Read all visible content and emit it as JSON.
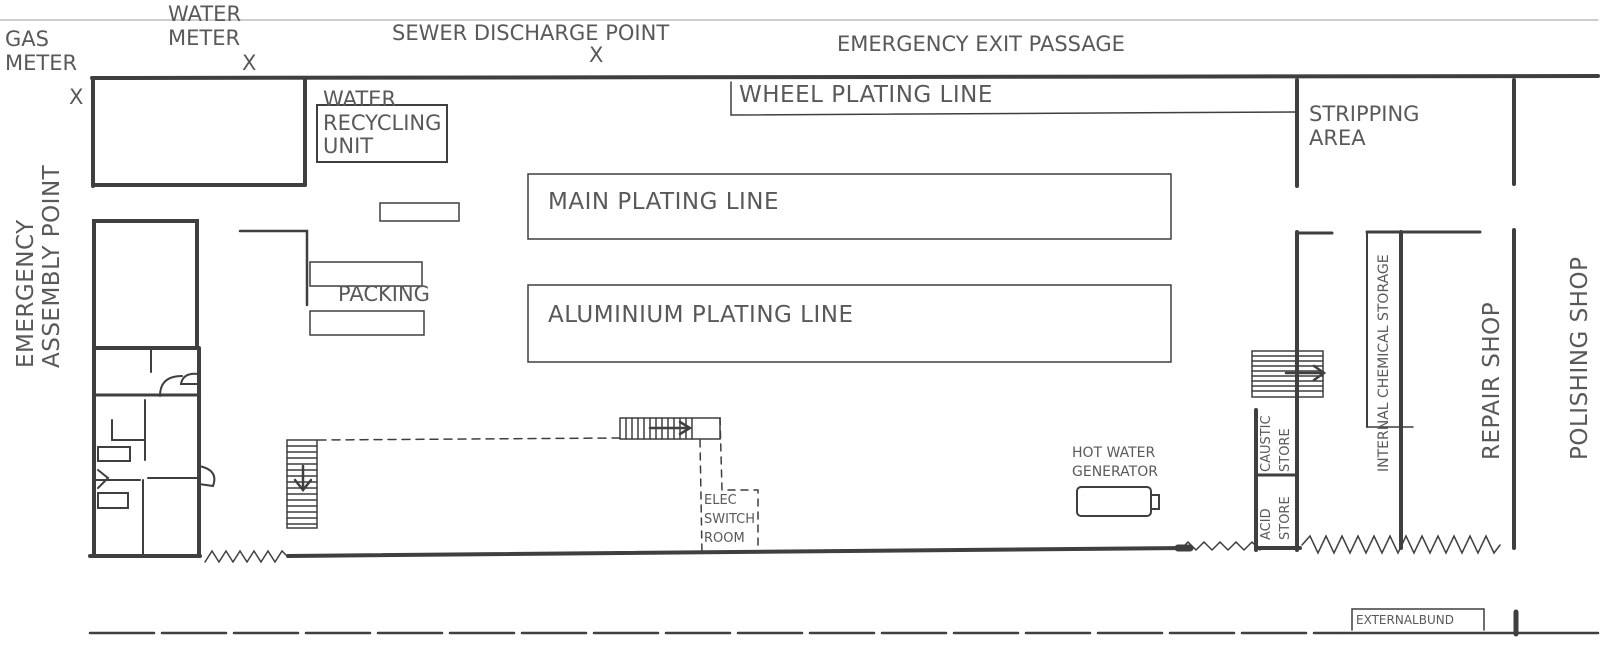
{
  "labels": {
    "gas_meter": "GAS\nMETER",
    "gas_meter_mark": "X",
    "water_meter": "WATER\nMETER",
    "water_meter_mark": "X",
    "sewer_discharge": "SEWER DISCHARGE POINT",
    "sewer_discharge_mark": "X",
    "emergency_exit": "EMERGENCY EXIT PASSAGE",
    "wheel_plating": "WHEEL PLATING LINE",
    "water_recycling": "WATER\nRECYCLING\nUNIT",
    "stripping_area": "STRIPPING\nAREA",
    "main_plating": "MAIN PLATING LINE",
    "aluminium_plating": "ALUMINIUM PLATING LINE",
    "packing": "PACKING",
    "emergency_assembly": "EMERGENCY\nASSEMBLY POINT",
    "internal_chemical": "INTERNAL CHEMICAL STORAGE",
    "repair_shop": "REPAIR SHOP",
    "polishing_shop": "POLISHING SHOP",
    "caustic_store": "CAUSTIC\nSTORE",
    "acid_store": "ACID\nSTORE",
    "hot_water": "HOT WATER\nGENERATOR",
    "elec_switch": "ELEC\nSWITCH\nROOM",
    "external_bund": "EXTERNALBUND"
  },
  "colors": {
    "ink": "#3f3f3f",
    "text": "#595959"
  }
}
